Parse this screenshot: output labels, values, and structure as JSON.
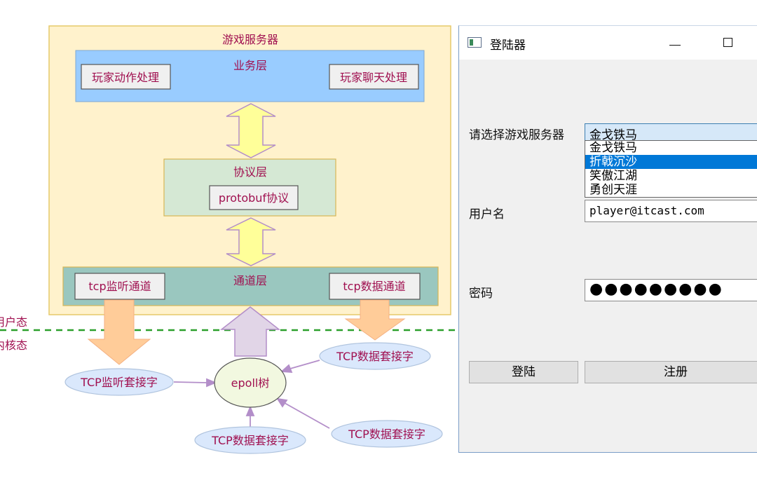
{
  "diagram": {
    "game_server_label": "游戏服务器",
    "business_layer": {
      "title": "业务层",
      "box_left": "玩家动作处理",
      "box_right": "玩家聊天处理"
    },
    "protocol_layer": {
      "title": "协议层",
      "box": "protobuf协议"
    },
    "channel_layer": {
      "title": "通道层",
      "box_left": "tcp监听通道",
      "box_right": "tcp数据通道"
    },
    "user_mode_label": "用户态",
    "kernel_mode_label": "内核态",
    "epoll_label": "epoll树",
    "listen_socket": "TCP监听套接字",
    "data_socket_1": "TCP数据套接字",
    "data_socket_2": "TCP数据套接字",
    "data_socket_3": "TCP数据套接字"
  },
  "login_window": {
    "title": "登陆器",
    "server_label": "请选择游戏服务器",
    "server_selected": "金戈铁马",
    "server_options": [
      "金戈铁马",
      "折戟沉沙",
      "笑傲江湖",
      "勇创天涯"
    ],
    "highlighted_option_index": 1,
    "username_label": "用户名",
    "username_value": "player@itcast.com",
    "password_label": "密码",
    "password_value": "●●●●●●●●●",
    "login_button": "登陆",
    "register_button": "注册"
  },
  "colors": {
    "server_bg": "#fff2cc",
    "business_bg": "#99ccff",
    "protocol_bg": "#d5e8d4",
    "channel_bg": "#9ac7bf",
    "label_text": "#a01050",
    "yellow_arrow": "#ffff99",
    "orange_arrow": "#ffcc99",
    "purple_arrow": "#e1d5e7",
    "socket_fill": "#dae8fc",
    "epoll_fill": "#f2f8e0",
    "dashed_line": "#2ca02c",
    "combo_selected": "#0078d7"
  }
}
